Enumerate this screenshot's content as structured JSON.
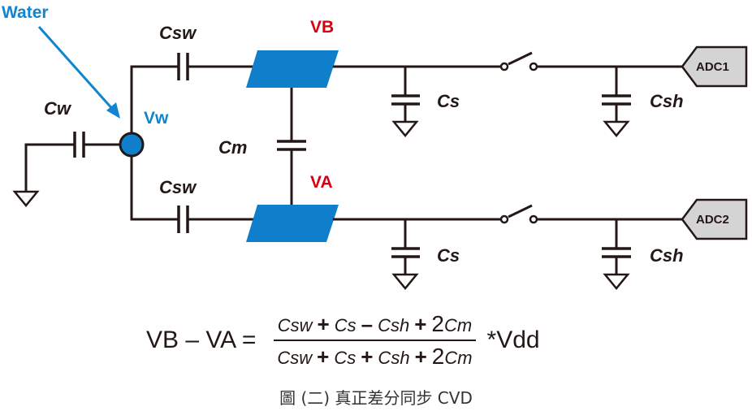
{
  "labels": {
    "water": "Water",
    "vw": "Vw",
    "cw": "Cw",
    "csw_top": "Csw",
    "csw_bottom": "Csw",
    "cm": "Cm",
    "vb": "VB",
    "va": "VA",
    "cs_top": "Cs",
    "cs_bottom": "Cs",
    "csh_top": "Csh",
    "csh_bottom": "Csh",
    "adc1": "ADC1",
    "adc2": "ADC2"
  },
  "formula": {
    "lhs": "VB – VA =",
    "numerator": [
      {
        "italic": "C",
        "sub": "sw"
      },
      {
        "op": "+"
      },
      {
        "italic": "C",
        "sub": "s"
      },
      {
        "op": "–"
      },
      {
        "italic": "C",
        "sub": "sh"
      },
      {
        "op": "+"
      },
      {
        "coef": "2",
        "italic": "C",
        "sub": "m"
      }
    ],
    "denominator": [
      {
        "italic": "C",
        "sub": "sw"
      },
      {
        "op": "+"
      },
      {
        "italic": "C",
        "sub": "s"
      },
      {
        "op": "+"
      },
      {
        "italic": "C",
        "sub": "sh"
      },
      {
        "op": "+"
      },
      {
        "coef": "2",
        "italic": "C",
        "sub": "m"
      }
    ],
    "rhs": "*Vdd"
  },
  "caption": "圖 (二) 真正差分同步 CVD",
  "colors": {
    "sensor_pad": "#0f7fcb",
    "node_label": "#d7000f",
    "water_label": "#0f85cf",
    "adc_fill": "#d4d4d4",
    "wire": "#231815"
  }
}
